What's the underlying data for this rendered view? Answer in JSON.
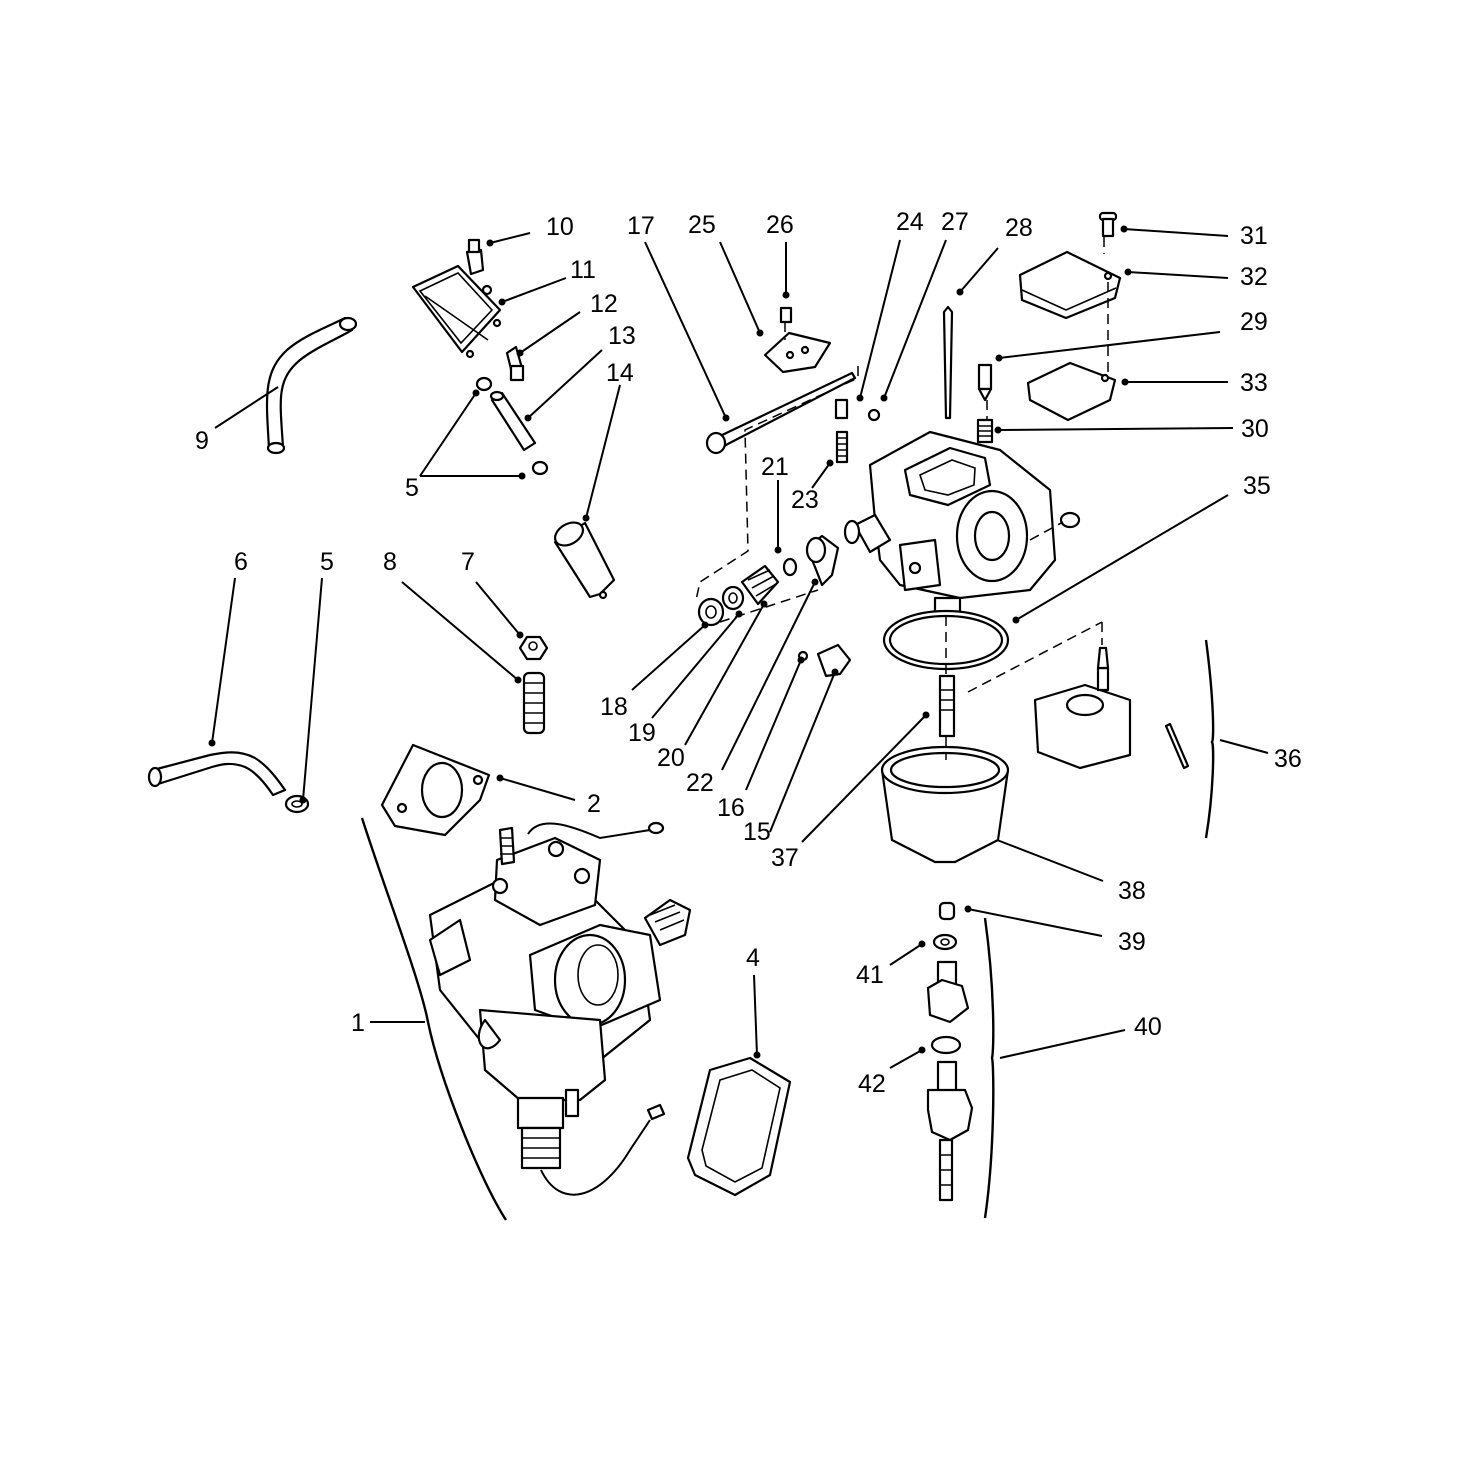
{
  "diagram": {
    "labels": [
      {
        "id": "1",
        "text": "1"
      },
      {
        "id": "2",
        "text": "2"
      },
      {
        "id": "4",
        "text": "4"
      },
      {
        "id": "5a",
        "text": "5"
      },
      {
        "id": "5b",
        "text": "5"
      },
      {
        "id": "6",
        "text": "6"
      },
      {
        "id": "7",
        "text": "7"
      },
      {
        "id": "8",
        "text": "8"
      },
      {
        "id": "9",
        "text": "9"
      },
      {
        "id": "10",
        "text": "10"
      },
      {
        "id": "11",
        "text": "11"
      },
      {
        "id": "12",
        "text": "12"
      },
      {
        "id": "13",
        "text": "13"
      },
      {
        "id": "14",
        "text": "14"
      },
      {
        "id": "15",
        "text": "15"
      },
      {
        "id": "16",
        "text": "16"
      },
      {
        "id": "17",
        "text": "17"
      },
      {
        "id": "18",
        "text": "18"
      },
      {
        "id": "19",
        "text": "19"
      },
      {
        "id": "20",
        "text": "20"
      },
      {
        "id": "21",
        "text": "21"
      },
      {
        "id": "22",
        "text": "22"
      },
      {
        "id": "23",
        "text": "23"
      },
      {
        "id": "24",
        "text": "24"
      },
      {
        "id": "25",
        "text": "25"
      },
      {
        "id": "26",
        "text": "26"
      },
      {
        "id": "27",
        "text": "27"
      },
      {
        "id": "28",
        "text": "28"
      },
      {
        "id": "29",
        "text": "29"
      },
      {
        "id": "30",
        "text": "30"
      },
      {
        "id": "31",
        "text": "31"
      },
      {
        "id": "32",
        "text": "32"
      },
      {
        "id": "33",
        "text": "33"
      },
      {
        "id": "35",
        "text": "35"
      },
      {
        "id": "36",
        "text": "36"
      },
      {
        "id": "37",
        "text": "37"
      },
      {
        "id": "38",
        "text": "38"
      },
      {
        "id": "39",
        "text": "39"
      },
      {
        "id": "40",
        "text": "40"
      },
      {
        "id": "41",
        "text": "41"
      },
      {
        "id": "42",
        "text": "42"
      }
    ]
  }
}
